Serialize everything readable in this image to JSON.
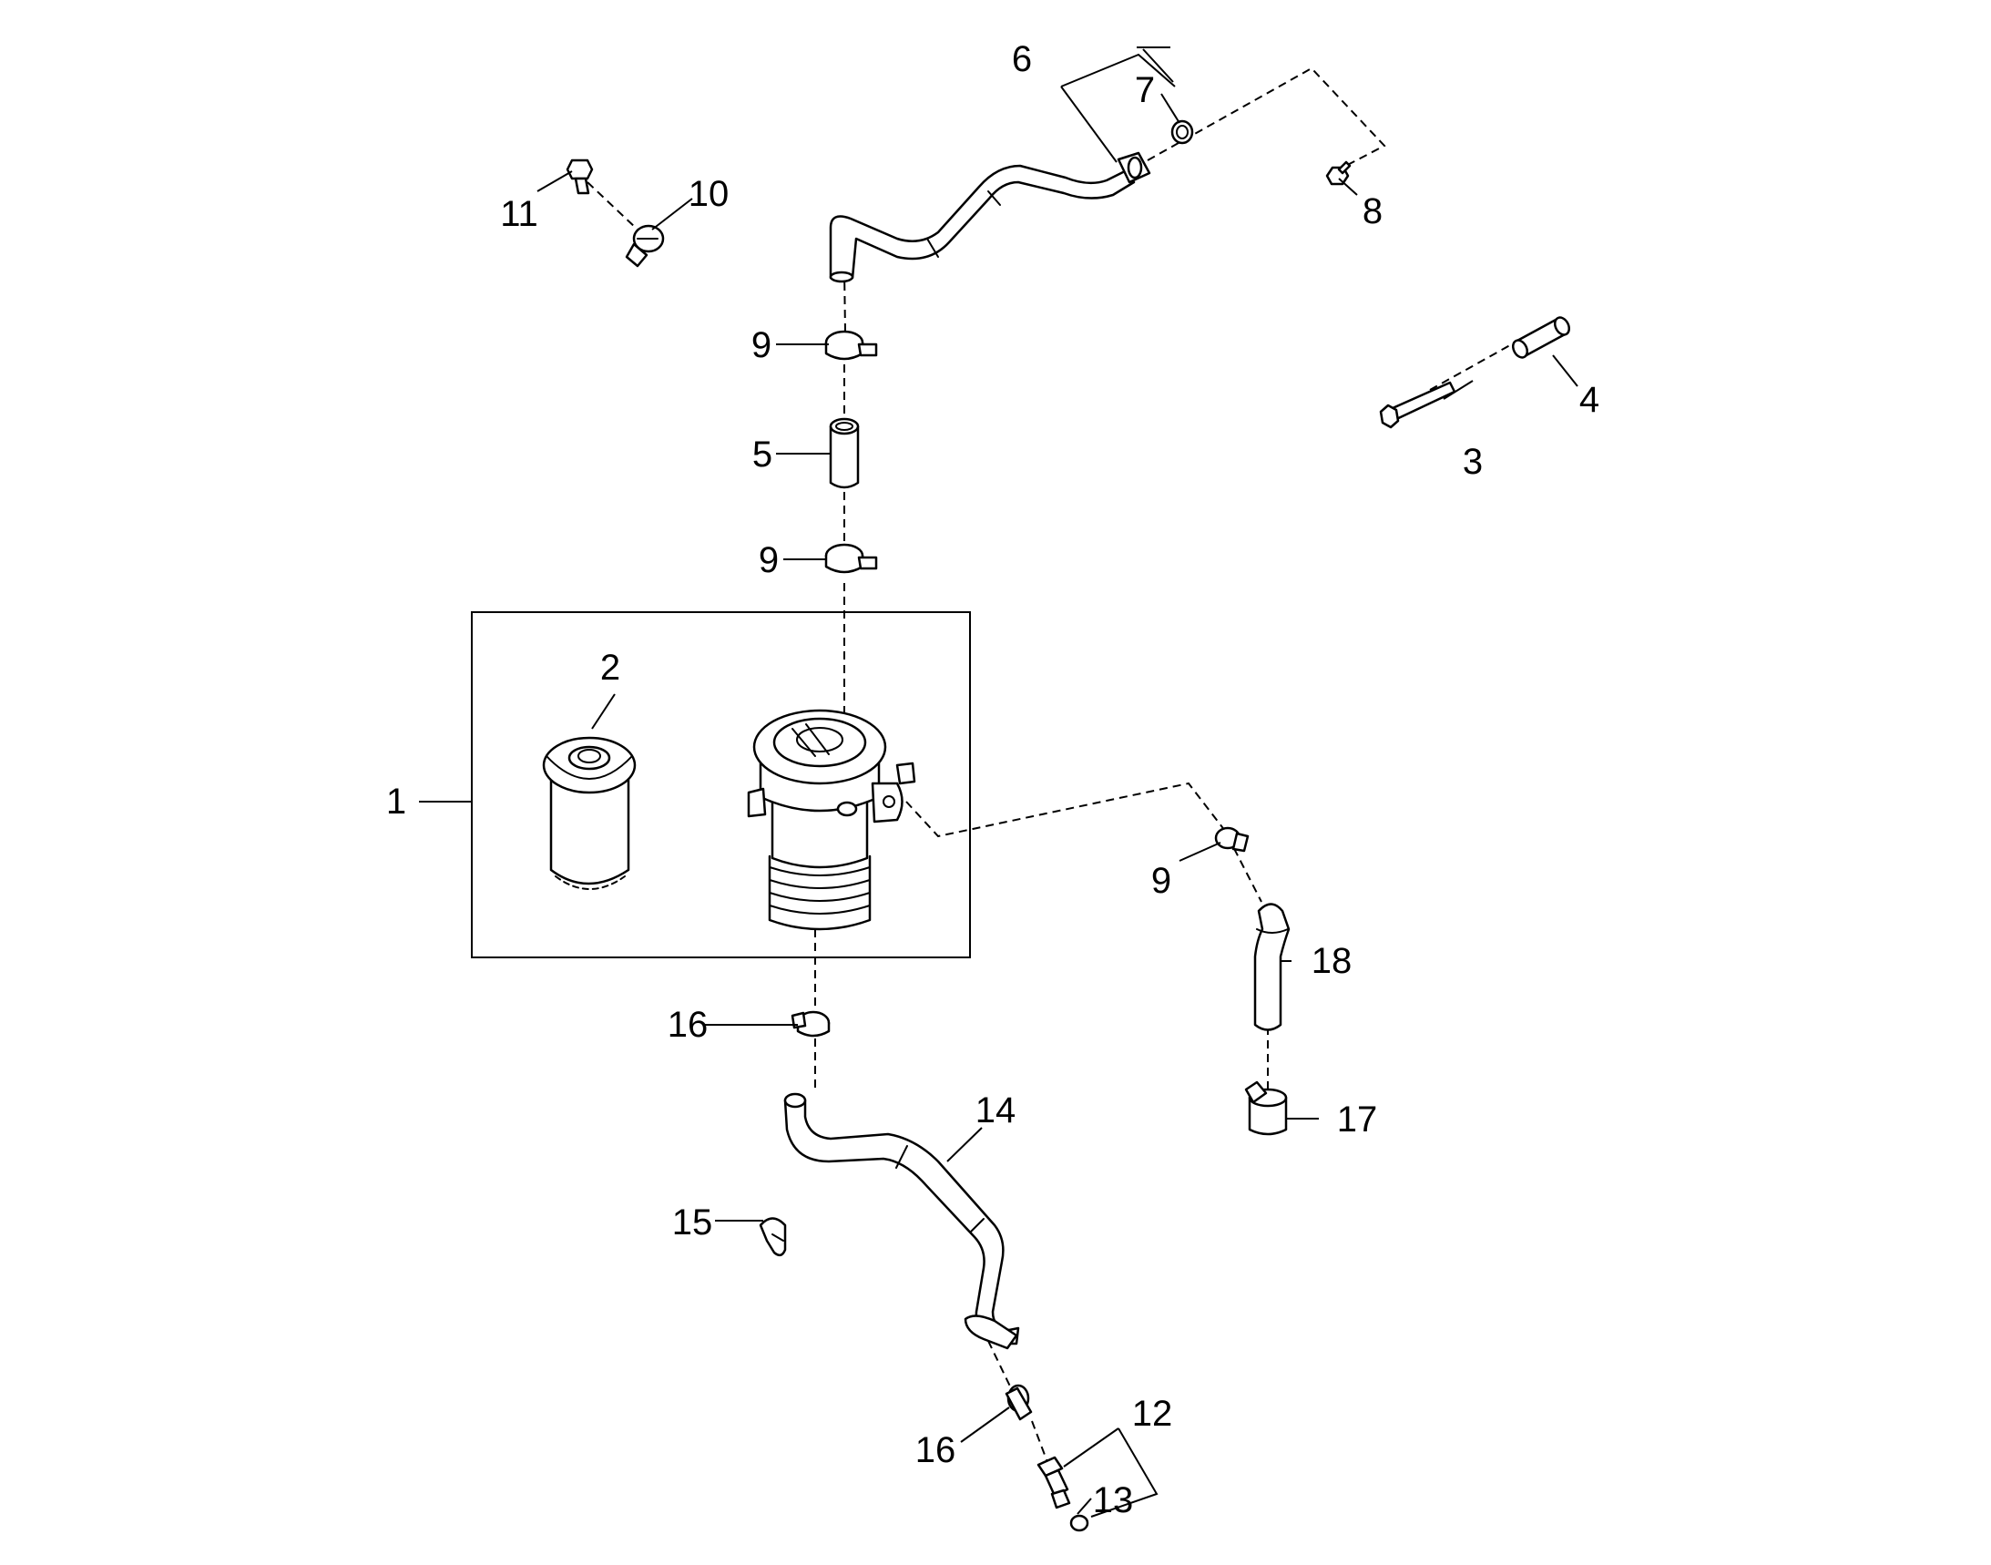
{
  "callouts": {
    "c1": "1",
    "c2": "2",
    "c3": "3",
    "c4": "4",
    "c5": "5",
    "c6": "6",
    "c7": "7",
    "c8": "8",
    "c9a": "9",
    "c9b": "9",
    "c9c": "9",
    "c10": "10",
    "c11": "11",
    "c12": "12",
    "c13": "13",
    "c14": "14",
    "c15": "15",
    "c16a": "16",
    "c16b": "16",
    "c17": "17",
    "c18": "18"
  }
}
